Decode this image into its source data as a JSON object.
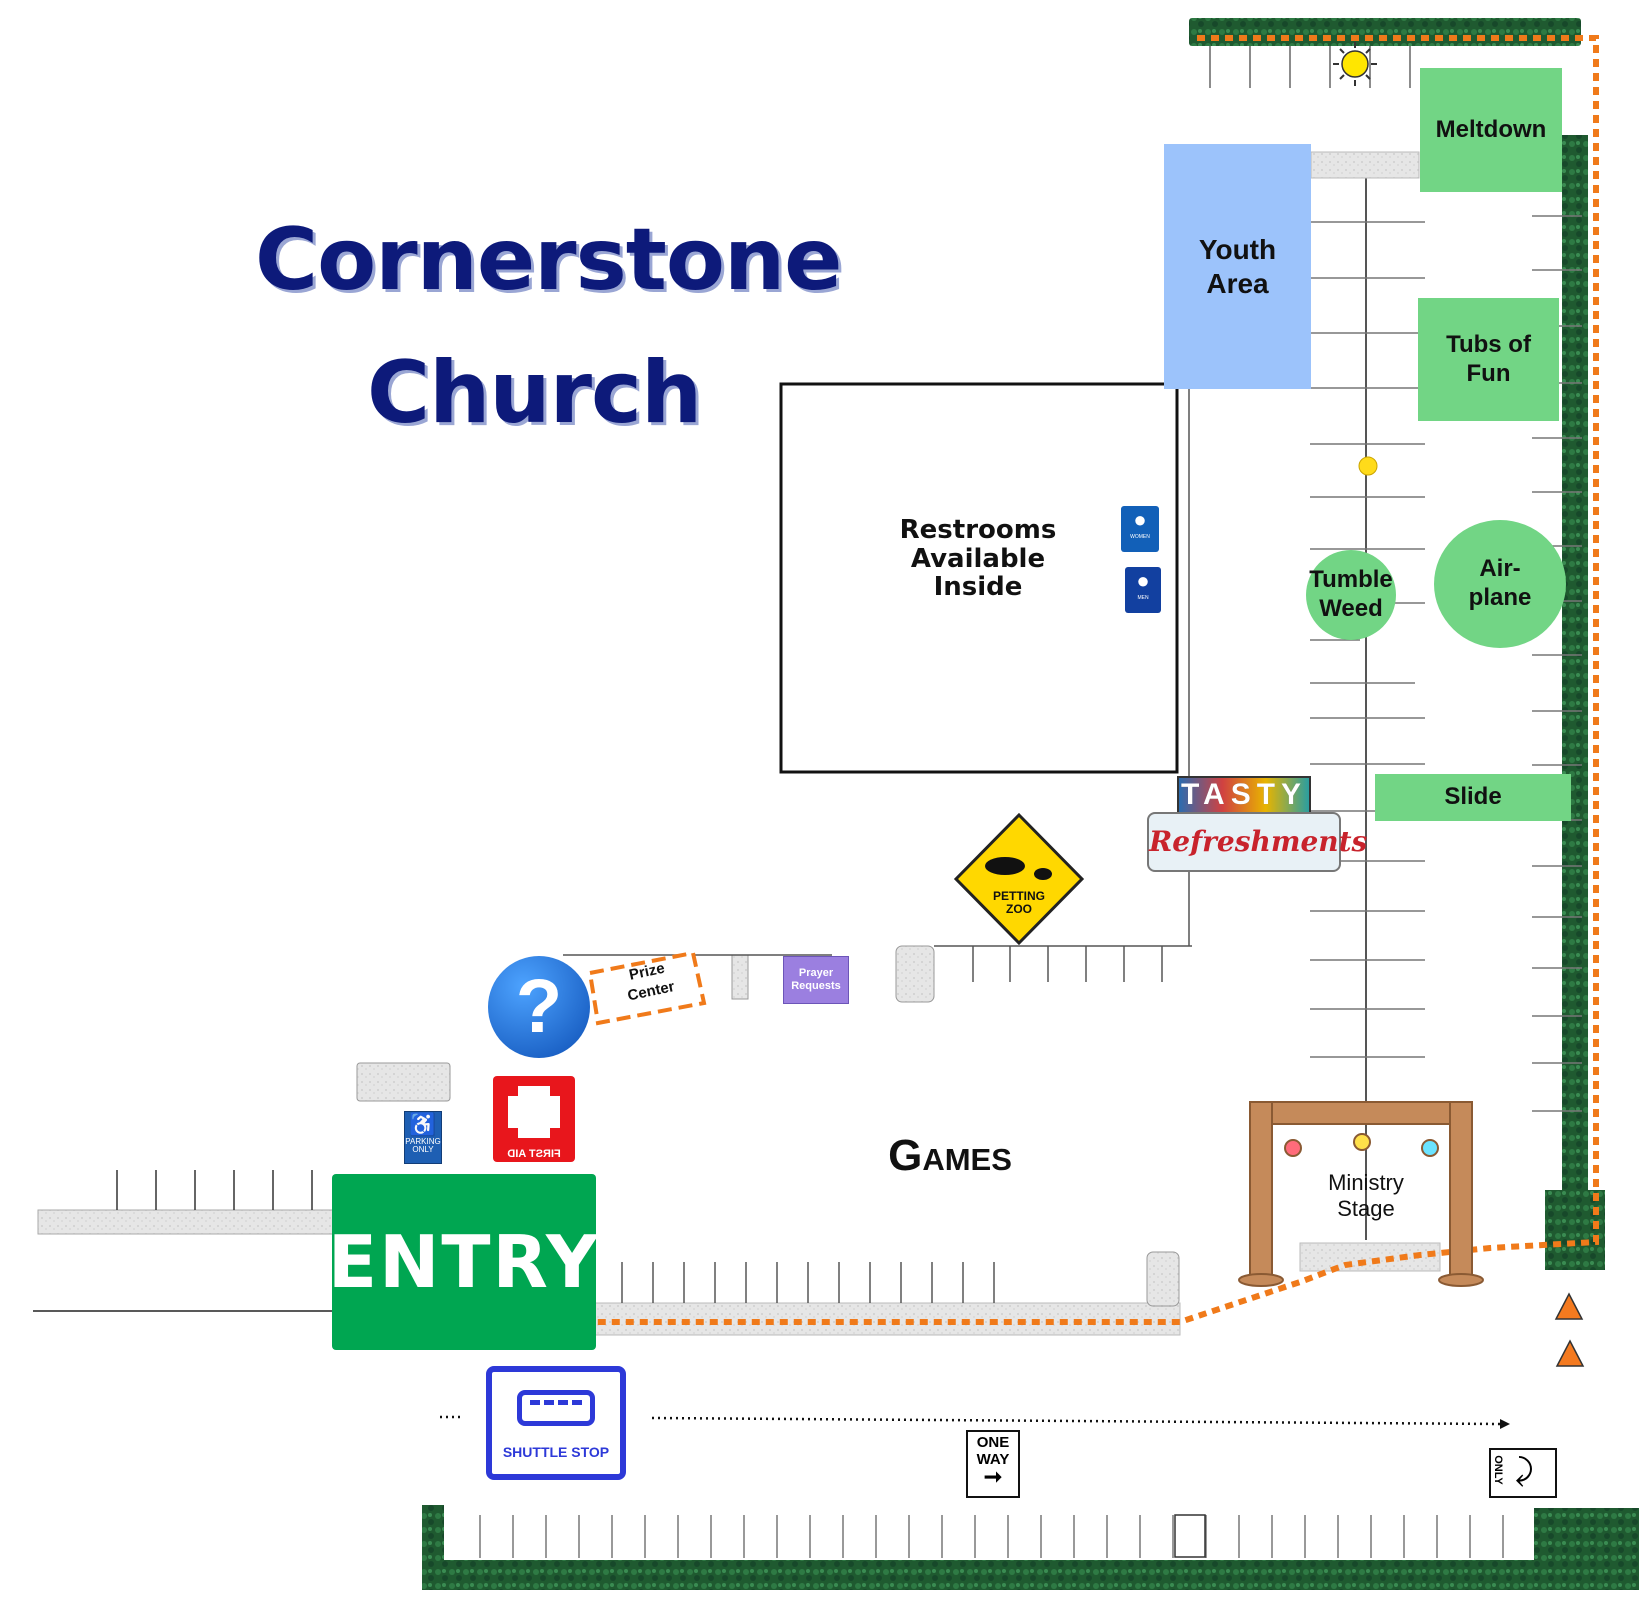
{
  "title": {
    "line1": "Cornerstone",
    "line2": "Church"
  },
  "areas": {
    "meltdown": "Meltdown",
    "youth": "Youth\nArea",
    "tubs": "Tubs of\nFun",
    "tumble": "Tumble\nWeed",
    "airplane": "Air-\nplane",
    "slide": "Slide",
    "restrooms": "Restrooms\nAvailable\nInside",
    "games": "Games",
    "ministry": "Ministry\nStage",
    "prize": "Prize\nCenter",
    "prayer": "Prayer\nRequests",
    "entry": "ENTRY",
    "shuttle": "SHUTTLE STOP",
    "petting": "PETTING\nZOO",
    "refresh_top": "TASTY",
    "refresh_main": "Refreshments",
    "first_aid": "FIRST AID",
    "parking_only": "PARKING\nONLY",
    "one_way": "ONE\nWAY",
    "only": "ONLY",
    "women": "WOMEN",
    "men": "MEN"
  },
  "colors": {
    "zone_green": "#72d585",
    "youth_blue": "#9cc3fb",
    "entry_green": "#00a651",
    "hedge": "#1f5a30",
    "path_orange": "#f07a1a",
    "title_navy": "#0d1a7a",
    "prayer_purple": "#9b7fe0"
  },
  "icons": [
    "sun-icon",
    "help-icon",
    "first-aid-icon",
    "accessible-icon",
    "bus-icon",
    "goat-icon",
    "women-icon",
    "men-icon",
    "arrow-right-icon",
    "turn-right-icon",
    "cone-icon"
  ]
}
